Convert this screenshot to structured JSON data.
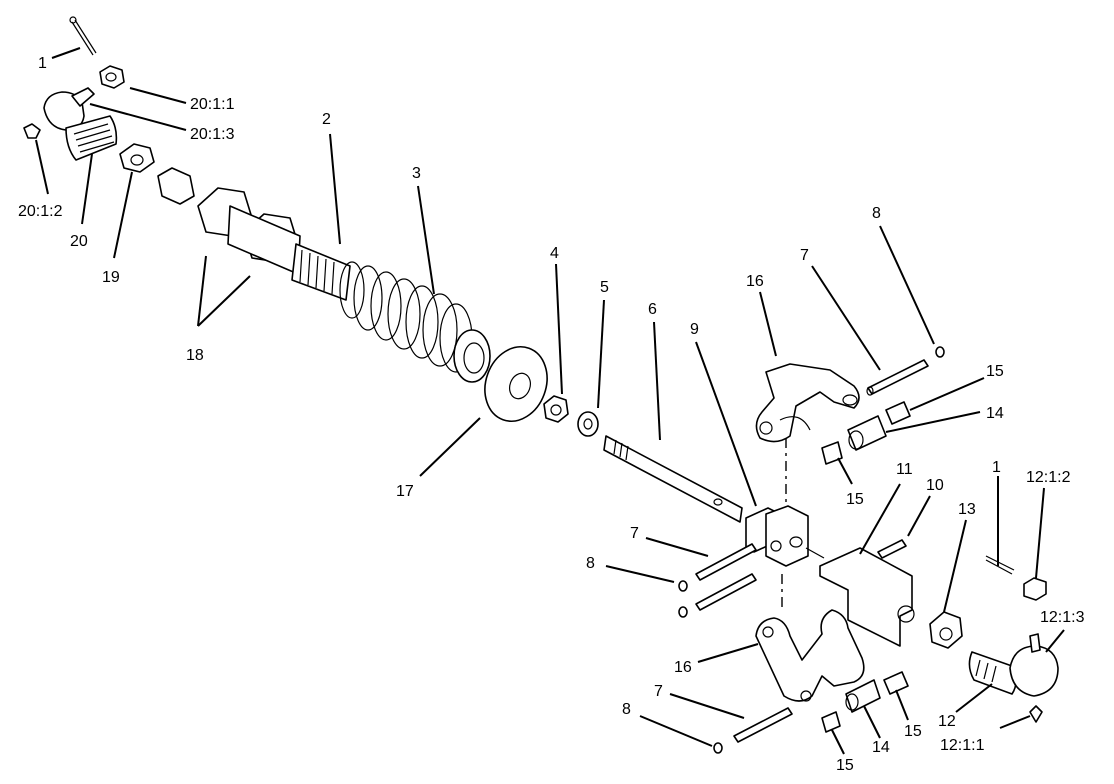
{
  "labels": {
    "l1a": "1",
    "l20_1_1": "20:1:1",
    "l20_1_3": "20:1:3",
    "l20_1_2": "20:1:2",
    "l20": "20",
    "l19": "19",
    "l18": "18",
    "l2": "2",
    "l3": "3",
    "l4": "4",
    "l5": "5",
    "l6": "6",
    "l17": "17",
    "l9": "9",
    "l16a": "16",
    "l7a": "7",
    "l8a": "8",
    "l15a": "15",
    "l14a": "14",
    "l15b": "15",
    "l11": "11",
    "l10": "10",
    "l13": "13",
    "l1b": "1",
    "l12_1_2": "12:1:2",
    "l12_1_3": "12:1:3",
    "l7b": "7",
    "l8b": "8",
    "l16b": "16",
    "l7c": "7",
    "l8c": "8",
    "l12": "12",
    "l12_1_1": "12:1:1",
    "l14b": "14",
    "l15c": "15",
    "l15d": "15"
  }
}
